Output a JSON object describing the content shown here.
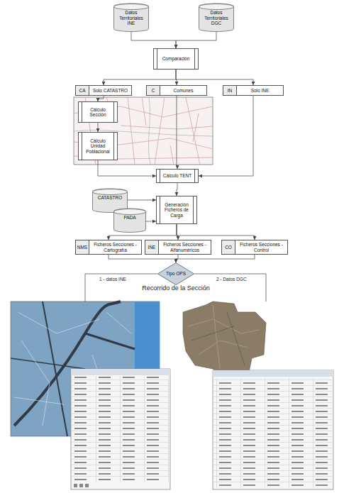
{
  "diagram": {
    "nodes": [
      {
        "text": [
          "Datos Territoriales INE"
        ]
      },
      {
        "text": [
          "Datos Territoriales DGC"
        ]
      },
      {
        "text": [
          "Comparación"
        ]
      },
      {
        "text": [
          "CA",
          "Solo CATASTRO"
        ]
      },
      {
        "text": [
          "C",
          "Comunes"
        ]
      },
      {
        "text": [
          "IN",
          "Solo INE"
        ]
      },
      {
        "text": [
          "Cálculo Sección"
        ]
      },
      {
        "text": [
          "Cálculo Unidad Poblacional"
        ]
      },
      {
        "text": [
          "Cálculo TENT"
        ]
      },
      {
        "text": [
          "CATASTRO"
        ]
      },
      {
        "text": [
          "PADA"
        ]
      },
      {
        "text": [
          "Generación Ficheros de Carga"
        ]
      },
      {
        "text": [
          "NMS",
          "Ficheros Secciones - Cartografía"
        ]
      },
      {
        "text": [
          "INE",
          "Ficheros Secciones - Alfanuméricos"
        ]
      },
      {
        "text": [
          "CO",
          "Ficheros Secciones - Control"
        ]
      },
      {
        "text": [
          "Tipo OPS"
        ]
      }
    ],
    "edges": [
      {
        "from": 0,
        "to": 2,
        "arrow": "to"
      },
      {
        "from": 1,
        "to": 2,
        "arrow": "to"
      },
      {
        "from": 2,
        "to": 3,
        "arrow": "to"
      },
      {
        "from": 2,
        "to": 4,
        "arrow": "to"
      },
      {
        "from": 2,
        "to": 5,
        "arrow": "to"
      },
      {
        "from": 3,
        "to": 6,
        "arrow": "to"
      },
      {
        "from": 6,
        "to": 7,
        "arrow": "to"
      },
      {
        "from": 4,
        "to": 8,
        "arrow": "to"
      },
      {
        "from": 7,
        "to": 8,
        "arrow": "to"
      },
      {
        "from": 5,
        "to": 8,
        "arrow": "to"
      },
      {
        "from": 8,
        "to": 11,
        "arrow": "to"
      },
      {
        "from": 9,
        "to": 11,
        "arrow": "to"
      },
      {
        "from": 10,
        "to": 11,
        "arrow": "to"
      },
      {
        "from": 11,
        "to": 12,
        "arrow": "to"
      },
      {
        "from": 11,
        "to": 13,
        "arrow": "to"
      },
      {
        "from": 11,
        "to": 14,
        "arrow": "to"
      },
      {
        "from": 12,
        "to": 15,
        "arrow": "to"
      },
      {
        "from": 13,
        "to": 15,
        "arrow": "to"
      },
      {
        "from": 14,
        "to": 15,
        "arrow": "to"
      }
    ],
    "labels": [
      "1 - datos INE",
      "2 - Datos DGC",
      "Recorrido de la Sección"
    ]
  }
}
